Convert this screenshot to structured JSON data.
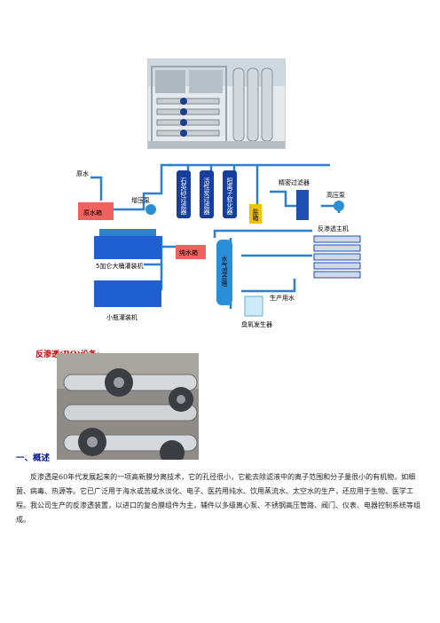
{
  "diagram": {
    "raw_water": "原水",
    "raw_water_tank": "原水箱",
    "booster_pump": "增压泵",
    "filter_quartz": "石英砂过滤器",
    "filter_carbon": "活性炭过滤器",
    "softener": "阳离子软化器",
    "salt": "盐箱",
    "precision_filter": "精密过滤器",
    "high_pressure_pump": "高压泵",
    "ro_host": "反渗透主机",
    "bucket_filler": "5加仑大桶灌装机",
    "pure_water_tank": "纯水箱",
    "water_mixing_tower": "水气混合塔",
    "production_water": "生产用水",
    "small_bottle_filler": "小瓶灌装机",
    "ozone_generator": "臭氧发生器"
  },
  "section_ro": {
    "heading": "反渗透(RO)设备:"
  },
  "section_overview": {
    "heading": "一、概述",
    "paragraph": "反渗透是60年代发展起来的一项高新膜分离技术，它的孔径很小，它能去除滤液中的离子范围和分子量很小的有机物，如细菌、病毒、热源等。它已广泛用于海水或苦咸水淡化、电子、医药用纯水、饮用蒸流水、太空水的生产，还应用于生物、医学工程。我公司生产的反渗透装置，以进口的复合膜组件为主，辅件以多级离心泵、不锈钢高压管路、阀门、仪表、电器控制系统等组成。"
  },
  "colors": {
    "pipe_blue": "#2f7fd0",
    "tank_red": "#f0625e",
    "vessel_blue": "#163e9e",
    "salt_yellow": "#f2c100",
    "heading_red": "#cc0000",
    "heading_navy": "#0a1a8a"
  }
}
